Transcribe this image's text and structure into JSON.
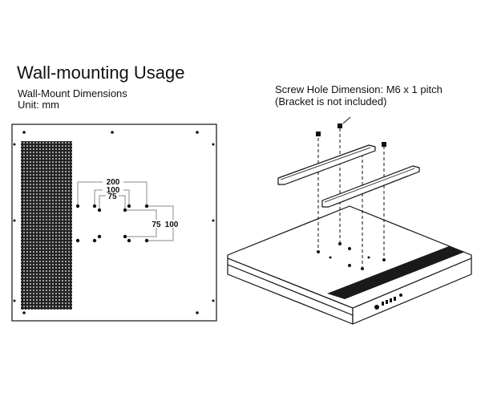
{
  "title": "Wall-mounting Usage",
  "dimensions": {
    "heading": "Wall-Mount Dimensions",
    "unit": "Unit: mm",
    "labels": {
      "w200": "200",
      "w100": "100",
      "w75": "75",
      "h75": "75",
      "h100": "100"
    }
  },
  "screw_note": {
    "line1": "Screw Hole Dimension: M6 x 1 pitch",
    "line2": "(Bracket is not included)"
  }
}
